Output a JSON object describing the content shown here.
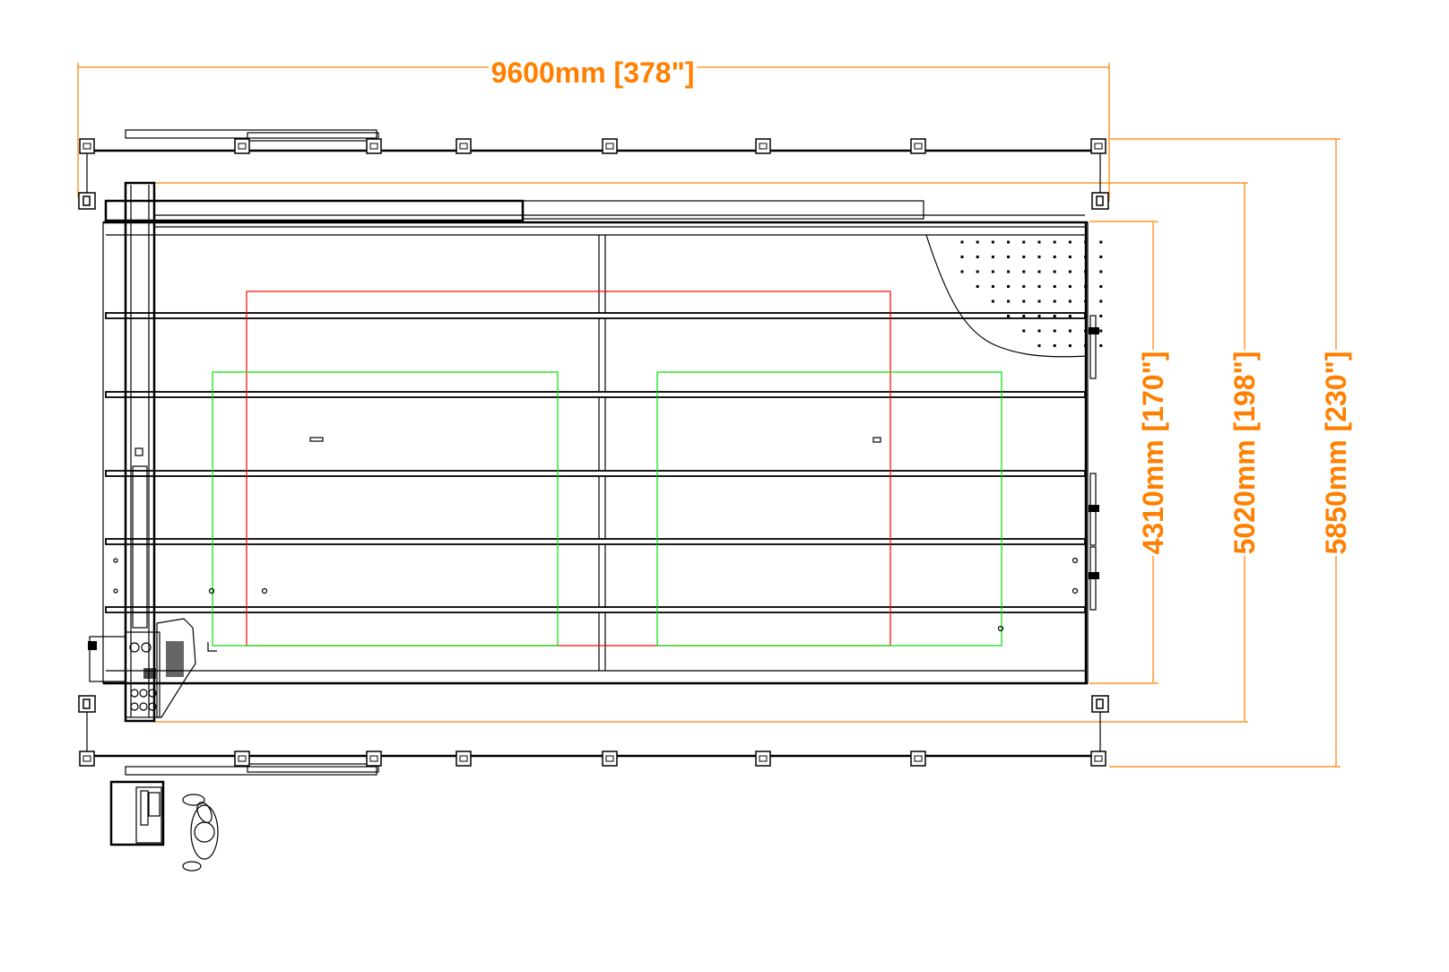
{
  "drawing": {
    "dimensions": {
      "overall_length": "9600mm [378\"]",
      "table_width": "4310mm [170\"]",
      "gantry_span": "5020mm [198\"]",
      "overall_width": "5850mm [230\"]"
    },
    "colors": {
      "dimension": "#ff8000",
      "red_zone": "#ff0000",
      "green_zone": "#00e000",
      "line": "#000000"
    }
  }
}
